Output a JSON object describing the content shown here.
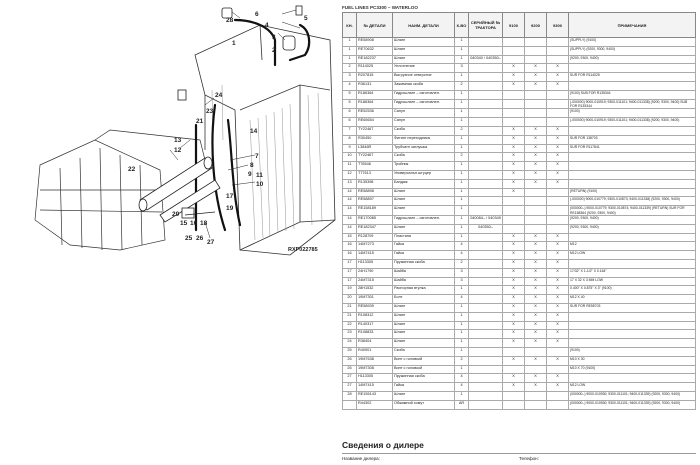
{
  "page": {
    "heading": "FUEL LINES PC3300 – WATERLOO",
    "figure_id": "RXP022785"
  },
  "table": {
    "headers": {
      "no": "КН.",
      "part_no": "№ ДЕТАЛИ",
      "name": "НАИМ. ДЕТАЛИ",
      "qty": "К-ВО",
      "serial": "СЕРИЙНЫЙ № ТРАКТОРА",
      "m9100": "9100",
      "m9200": "9200",
      "m9300": "9300",
      "notes": "ПРИМЕЧАНИЯ"
    },
    "rows": [
      {
        "no": "1",
        "part": "RE58908",
        "name": "Шланг",
        "qty": "1",
        "serial": "",
        "a": "",
        "b": "",
        "c": "",
        "note": "(SUPPLY) (9100)"
      },
      {
        "no": "1",
        "part": "RE70632",
        "name": "Шланг",
        "qty": "1",
        "serial": "",
        "a": "",
        "b": "",
        "c": "",
        "note": "(SUPPLY) (9200, 9300, 9400)"
      },
      {
        "no": "1",
        "part": "RE182237",
        "name": "Шланг",
        "qty": "1",
        "serial": "040340 / 040350–",
        "a": "",
        "b": "",
        "c": "",
        "note": "(9200, 9300, 9400)"
      },
      {
        "no": "2",
        "part": "R114025",
        "name": "Уплотнение",
        "qty": "3",
        "serial": "",
        "a": "X",
        "b": "X",
        "c": "X",
        "note": ""
      },
      {
        "no": "3",
        "part": "R207815",
        "name": "Выгрузное отверстие",
        "qty": "1",
        "serial": "",
        "a": "X",
        "b": "X",
        "c": "X",
        "note": "SUR FOR R114025"
      },
      {
        "no": "4",
        "part": "R36131",
        "name": "Зажимная скоба",
        "qty": "2",
        "serial": "",
        "a": "X",
        "b": "X",
        "c": "X",
        "note": ""
      },
      {
        "no": "5",
        "part": "R186364",
        "name": "Гидрошланг – изготовлен.",
        "qty": "1",
        "serial": "",
        "a": "",
        "b": "",
        "c": "",
        "note": "(9100) SUB FOR R135344"
      },
      {
        "no": "5",
        "part": "R186364",
        "name": "Гидрошланг – изготовлен.",
        "qty": "1",
        "serial": "",
        "a": "",
        "b": "",
        "c": "",
        "note": "(-000000) 9000-010919; 9300-011101; 9400-011338) (9200, 9300, 9400) SUB FOR R135344"
      },
      {
        "no": "6",
        "part": "RE52536",
        "name": "Сапун",
        "qty": "1",
        "serial": "",
        "a": "",
        "b": "",
        "c": "",
        "note": "(9100)"
      },
      {
        "no": "6",
        "part": "RE65654",
        "name": "Сапун",
        "qty": "1",
        "serial": "",
        "a": "",
        "b": "",
        "c": "",
        "note": "(-000000) 9000-010919; 9300-011101; 9400-011338) (9200, 9300, 9400)"
      },
      {
        "no": "7",
        "part": "TY22467",
        "name": "Скоба",
        "qty": "2",
        "serial": "",
        "a": "X",
        "b": "X",
        "c": "X",
        "note": ""
      },
      {
        "no": "8",
        "part": "R30450",
        "name": "Фитинг переходника",
        "qty": "1",
        "serial": "",
        "a": "X",
        "b": "X",
        "c": "X",
        "note": "SUR FOR 138703"
      },
      {
        "no": "9",
        "part": "L3846R",
        "name": "Трубчатн заглушка",
        "qty": "1",
        "serial": "",
        "a": "X",
        "b": "X",
        "c": "X",
        "note": "SUR FOR R117841"
      },
      {
        "no": "10",
        "part": "TY22467",
        "name": "Скоба",
        "qty": "2",
        "serial": "",
        "a": "X",
        "b": "X",
        "c": "X",
        "note": ""
      },
      {
        "no": "11",
        "part": "T76546",
        "name": "Тройник",
        "qty": "1",
        "serial": "",
        "a": "X",
        "b": "X",
        "c": "X",
        "note": ""
      },
      {
        "no": "12",
        "part": "T77613",
        "name": "Универсальн.штуцер",
        "qty": "1",
        "serial": "",
        "a": "X",
        "b": "X",
        "c": "X",
        "note": ""
      },
      {
        "no": "13",
        "part": "R135398",
        "name": "Бандаж",
        "qty": "1",
        "serial": "",
        "a": "X",
        "b": "X",
        "c": "X",
        "note": ""
      },
      {
        "no": "14",
        "part": "RE58898",
        "name": "Шланг",
        "qty": "1",
        "serial": "",
        "a": "X",
        "b": "",
        "c": "",
        "note": "(RETURN) (9100)"
      },
      {
        "no": "14",
        "part": "RE58897",
        "name": "Шланг",
        "qty": "1",
        "serial": "",
        "a": "",
        "b": "",
        "c": "",
        "note": "(-000000) 9000-010779; 9300-010873; 9400-011338) (9200, 9300, 9400)"
      },
      {
        "no": "14",
        "part": "RE158189",
        "name": "Шланг",
        "qty": "1",
        "serial": "",
        "a": "",
        "b": "",
        "c": "",
        "note": "(000000–) 9000-010779; 9300-010874; 9400-011339) (RETURN) SUR FOR RE158364 (9200, 9300, 9400)"
      },
      {
        "no": "14",
        "part": "RE170085",
        "name": "Гидрошланг – изготовлен.",
        "qty": "1",
        "serial": "040084– / 040349",
        "a": "",
        "b": "",
        "c": "",
        "note": "(9200, 9300, 9400)"
      },
      {
        "no": "14",
        "part": "RE182347",
        "name": "Шланг",
        "qty": "1",
        "serial": "040350–",
        "a": "",
        "b": "",
        "c": "",
        "note": "(9200, 9300, 9400)"
      },
      {
        "no": "15",
        "part": "R128709",
        "name": "Пластина",
        "qty": "1",
        "serial": "",
        "a": "X",
        "b": "X",
        "c": "X",
        "note": ""
      },
      {
        "no": "16",
        "part": "14M7273",
        "name": "Гайка",
        "qty": "4",
        "serial": "",
        "a": "X",
        "b": "X",
        "c": "X",
        "note": "M12"
      },
      {
        "no": "16",
        "part": "14M7415",
        "name": "Гайка",
        "qty": "4",
        "serial": "",
        "a": "X",
        "b": "X",
        "c": "X",
        "note": "M12 LOW"
      },
      {
        "no": "17",
        "part": "H113305",
        "name": "Пружинная скоба",
        "qty": "2",
        "serial": "",
        "a": "X",
        "b": "X",
        "c": "X",
        "note": ""
      },
      {
        "no": "17",
        "part": "24H1790",
        "name": "Шайба",
        "qty": "3",
        "serial": "",
        "a": "X",
        "b": "X",
        "c": "X",
        "note": "17/32\" X 1-1/2\" X 0.164\""
      },
      {
        "no": "17",
        "part": "24M7315",
        "name": "Шайба",
        "qty": "3",
        "serial": "",
        "a": "X",
        "b": "X",
        "c": "X",
        "note": "17 X 32 X 3 MM LOW"
      },
      {
        "no": "19",
        "part": "28H1532",
        "name": "Распорная втулка",
        "qty": "1",
        "serial": "",
        "a": "X",
        "b": "X",
        "c": "X",
        "note": "0.400\" X 0.875\" X 3\" (9100)"
      },
      {
        "no": "20",
        "part": "19M7301",
        "name": "Болт",
        "qty": "4",
        "serial": "",
        "a": "X",
        "b": "X",
        "c": "X",
        "note": "M12 X 40"
      },
      {
        "no": "21",
        "part": "RE58939",
        "name": "Шланг",
        "qty": "1",
        "serial": "",
        "a": "X",
        "b": "X",
        "c": "X",
        "note": "SUR FOR RE55703"
      },
      {
        "no": "21",
        "part": "R108312",
        "name": "Шланг",
        "qty": "1",
        "serial": "",
        "a": "X",
        "b": "X",
        "c": "X",
        "note": ""
      },
      {
        "no": "22",
        "part": "R140317",
        "name": "Шланг",
        "qty": "1",
        "serial": "",
        "a": "X",
        "b": "X",
        "c": "X",
        "note": ""
      },
      {
        "no": "23",
        "part": "R108833",
        "name": "Шланг",
        "qty": "1",
        "serial": "",
        "a": "X",
        "b": "X",
        "c": "X",
        "note": ""
      },
      {
        "no": "24",
        "part": "R38404",
        "name": "Шланг",
        "qty": "1",
        "serial": "",
        "a": "X",
        "b": "X",
        "c": "X",
        "note": ""
      },
      {
        "no": "25",
        "part": "R40901",
        "name": "Скоба",
        "qty": "1",
        "serial": "",
        "a": "",
        "b": "",
        "c": "",
        "note": "(9100)"
      },
      {
        "no": "26",
        "part": "19M7638",
        "name": "Винт с головкой",
        "qty": "2",
        "serial": "",
        "a": "X",
        "b": "X",
        "c": "X",
        "note": "M10 X 30"
      },
      {
        "no": "26",
        "part": "19M7308",
        "name": "Винт с головкой",
        "qty": "1",
        "serial": "",
        "a": "",
        "b": "",
        "c": "",
        "note": "M10 X 70 (9100)"
      },
      {
        "no": "27",
        "part": "H113305",
        "name": "Пружинная скоба",
        "qty": "4",
        "serial": "",
        "a": "X",
        "b": "X",
        "c": "X",
        "note": ""
      },
      {
        "no": "27",
        "part": "14M7415",
        "name": "Гайка",
        "qty": "4",
        "serial": "",
        "a": "X",
        "b": "X",
        "c": "X",
        "note": "M12 LOW"
      },
      {
        "no": "28",
        "part": "RE155143",
        "name": "Шланг",
        "qty": "1",
        "serial": "",
        "a": "",
        "b": "",
        "c": "",
        "note": "(000000–) 9000-010930; 9300-011101; 9400-011339) (9200, 9300, 9400)"
      },
      {
        "no": "",
        "part": "R44302",
        "name": "Обжимной хомут",
        "qty": "AR",
        "serial": "",
        "a": "",
        "b": "",
        "c": "",
        "note": "(000000–) 9000-010930; 9300-011101; 9400-011339) (9200, 9300, 9400)"
      }
    ]
  },
  "dealer": {
    "title": "Сведения о дилере",
    "name_label": "Название дилера:",
    "phone_label": "Телефон:"
  },
  "callouts": [
    "1",
    "2",
    "3",
    "4",
    "5",
    "6",
    "7",
    "8",
    "9",
    "10",
    "11",
    "12",
    "13",
    "14",
    "15",
    "16",
    "17",
    "18",
    "19",
    "20",
    "21",
    "22",
    "23",
    "24",
    "25",
    "26",
    "27",
    "28"
  ]
}
